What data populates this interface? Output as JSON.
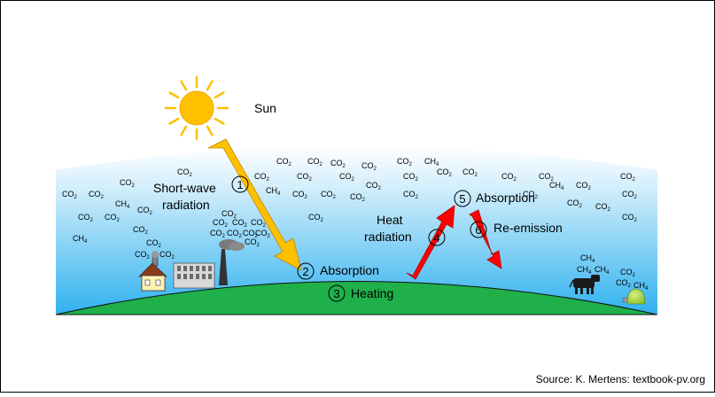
{
  "labels": {
    "sun": "Sun",
    "shortwave_line1": "Short-wave",
    "shortwave_line2": "radiation",
    "heat_line1": "Heat",
    "heat_line2": "radiation",
    "absorption_ground": "Absorption",
    "heating": "Heating",
    "absorption_atmo": "Absorption",
    "reemission": "Re-emission",
    "source": "Source: K. Mertens: textbook-pv.org"
  },
  "steps": [
    "1",
    "2",
    "3",
    "4",
    "5",
    "6"
  ],
  "gases": {
    "co2": "CO",
    "co2_sub": "2",
    "ch4": "CH",
    "ch4_sub": "4"
  },
  "colors": {
    "sky_top": "#ffffff",
    "sky_bottom": "#32b4f0",
    "ground": "#1fb04a",
    "sun": "#ffc000",
    "shortwave_arrow": "#ffc000",
    "heat_arrow": "#ff0000",
    "border": "#000000"
  },
  "icons": [
    "sun-icon",
    "house-icon",
    "factory-icon",
    "power-plant-icon",
    "cow-icon",
    "biogas-tank-icon"
  ]
}
